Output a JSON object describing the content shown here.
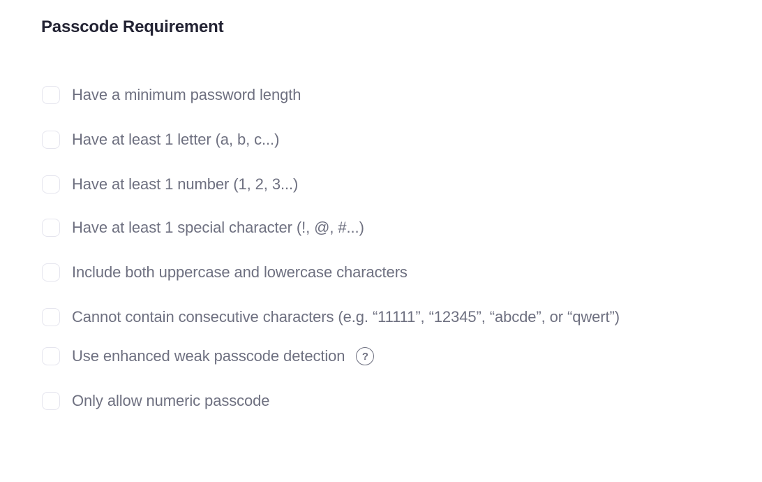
{
  "header": {
    "title": "Passcode Requirement"
  },
  "colors": {
    "background": "#ffffff",
    "title_text": "#232333",
    "label_text": "#6e7080",
    "checkbox_border": "#e5e5ee",
    "checkbox_fill": "#ffffff",
    "help_icon": "#6e7080"
  },
  "icons": {
    "help": {
      "name": "question-mark-icon",
      "glyph": "?"
    }
  },
  "requirements": {
    "items": [
      {
        "label": "Have a minimum password length",
        "checked": false,
        "has_help_icon": false
      },
      {
        "label": "Have at least 1 letter (a, b, c...)",
        "checked": false,
        "has_help_icon": false
      },
      {
        "label": "Have at least 1 number (1, 2, 3...)",
        "checked": false,
        "has_help_icon": false
      },
      {
        "label": "Have at least 1 special character (!, @, #...)",
        "checked": false,
        "has_help_icon": false
      },
      {
        "label": "Include both uppercase and lowercase characters",
        "checked": false,
        "has_help_icon": false
      },
      {
        "label": "Cannot contain consecutive characters (e.g. “11111”, “12345”, “abcde”, or “qwert”)",
        "checked": false,
        "has_help_icon": false
      },
      {
        "label": "Use enhanced weak passcode detection",
        "checked": false,
        "has_help_icon": true
      },
      {
        "label": "Only allow numeric passcode",
        "checked": false,
        "has_help_icon": false
      }
    ]
  }
}
